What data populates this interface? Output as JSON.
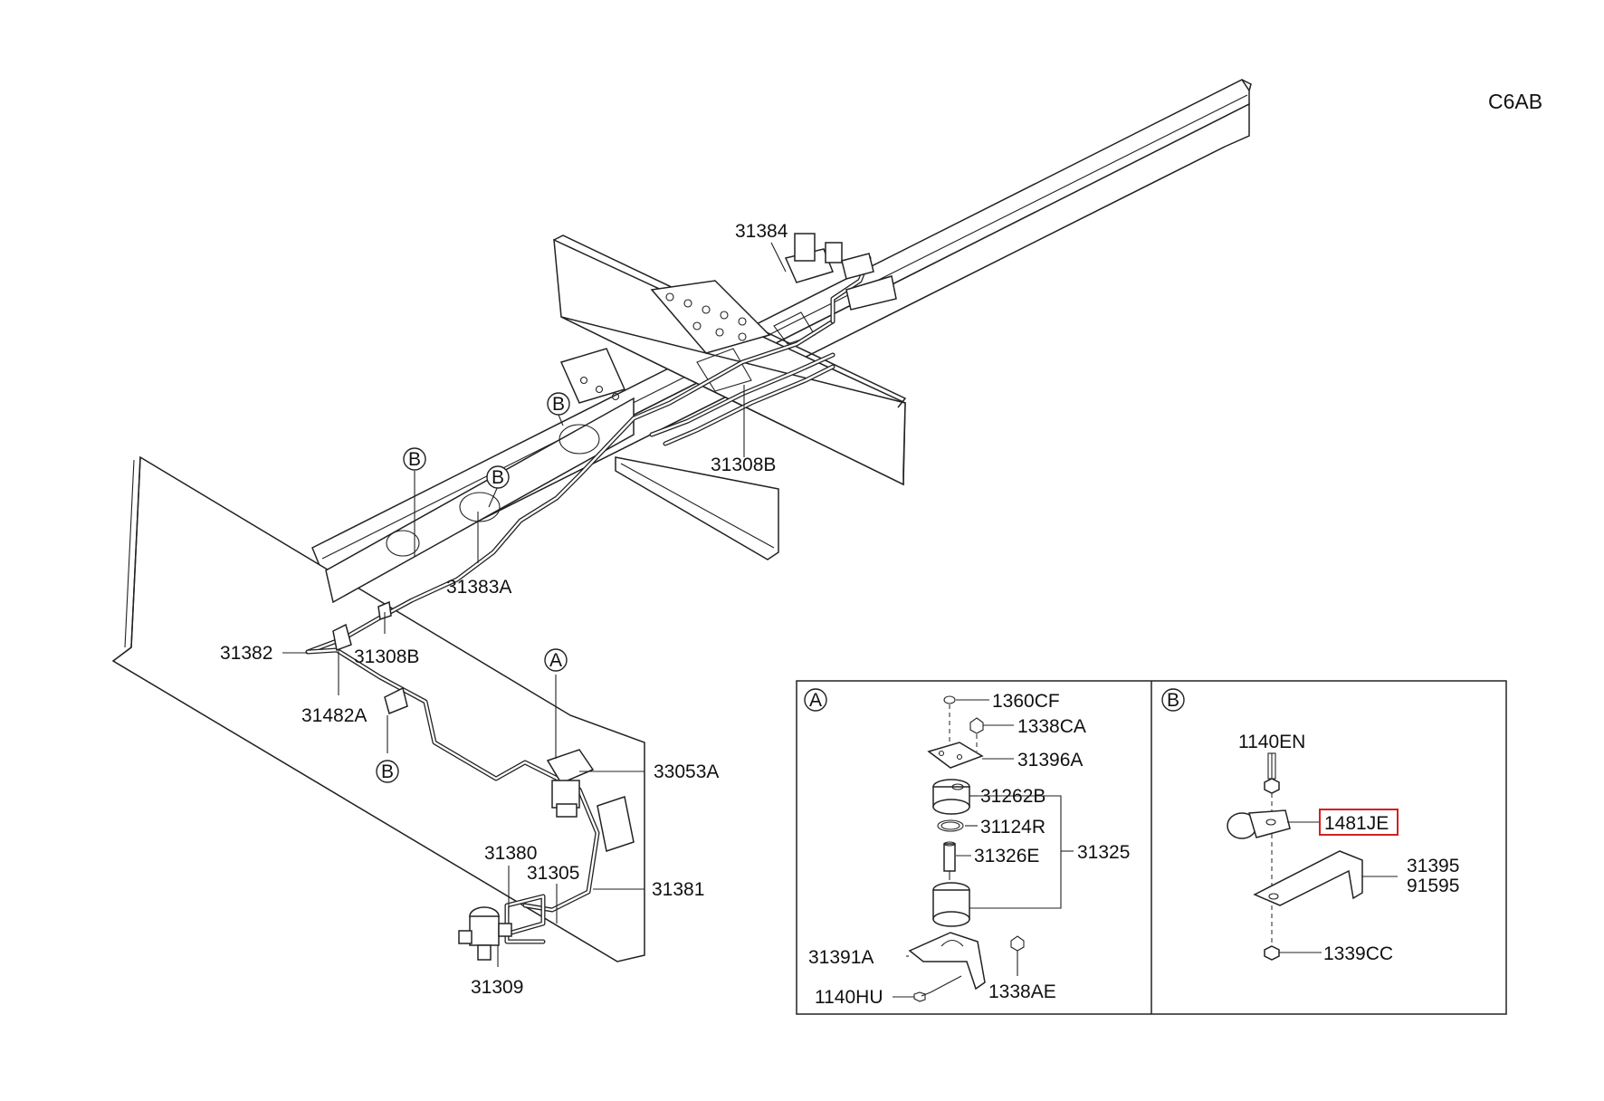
{
  "diagram": {
    "code": "C6AB",
    "callouts": {
      "p31384": "31384",
      "p31308B_top": "31308B",
      "p31383A": "31383A",
      "p31308B_mid": "31308B",
      "p31382": "31382",
      "p31482A": "31482A",
      "p33053A": "33053A",
      "p31380": "31380",
      "p31305": "31305",
      "p31381": "31381",
      "p31309": "31309"
    },
    "markers": {
      "B1": "B",
      "B2": "B",
      "B3": "B",
      "B4": "B",
      "A1": "A"
    },
    "detail_a": {
      "marker": "A",
      "parts": {
        "p1360CF": "1360CF",
        "p1338CA": "1338CA",
        "p31396A": "31396A",
        "p31262B": "31262B",
        "p31124R": "31124R",
        "p31326E": "31326E",
        "p31325": "31325",
        "p31391A": "31391A",
        "p1140HU": "1140HU",
        "p1338AE": "1338AE"
      }
    },
    "detail_b": {
      "marker": "B",
      "parts": {
        "p1140EN": "1140EN",
        "p1481JE": "1481JE",
        "p31395": "31395",
        "p91595": "91595",
        "p1339CC": "1339CC"
      },
      "highlighted_part": "1481JE",
      "highlight_color": "#d61f1f"
    }
  }
}
